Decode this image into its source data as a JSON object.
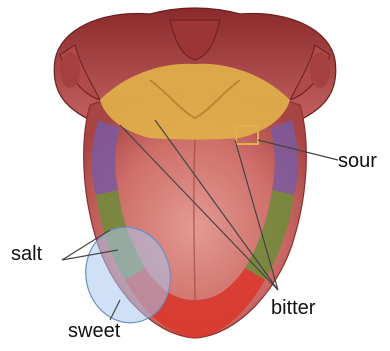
{
  "diagram": {
    "labels": {
      "sour": "sour",
      "salt": "salt",
      "bitter": "bitter",
      "sweet": "sweet"
    },
    "colors": {
      "bitter_zone": "#e0b04a",
      "sour_zone": "#7a5aa0",
      "salt_zone": "#6f8a3a",
      "sweet_zone": "#d9392e",
      "sweet_highlight": "#a9c9f0",
      "tongue": "#c85a5a",
      "pointer_line": "#444444"
    }
  }
}
